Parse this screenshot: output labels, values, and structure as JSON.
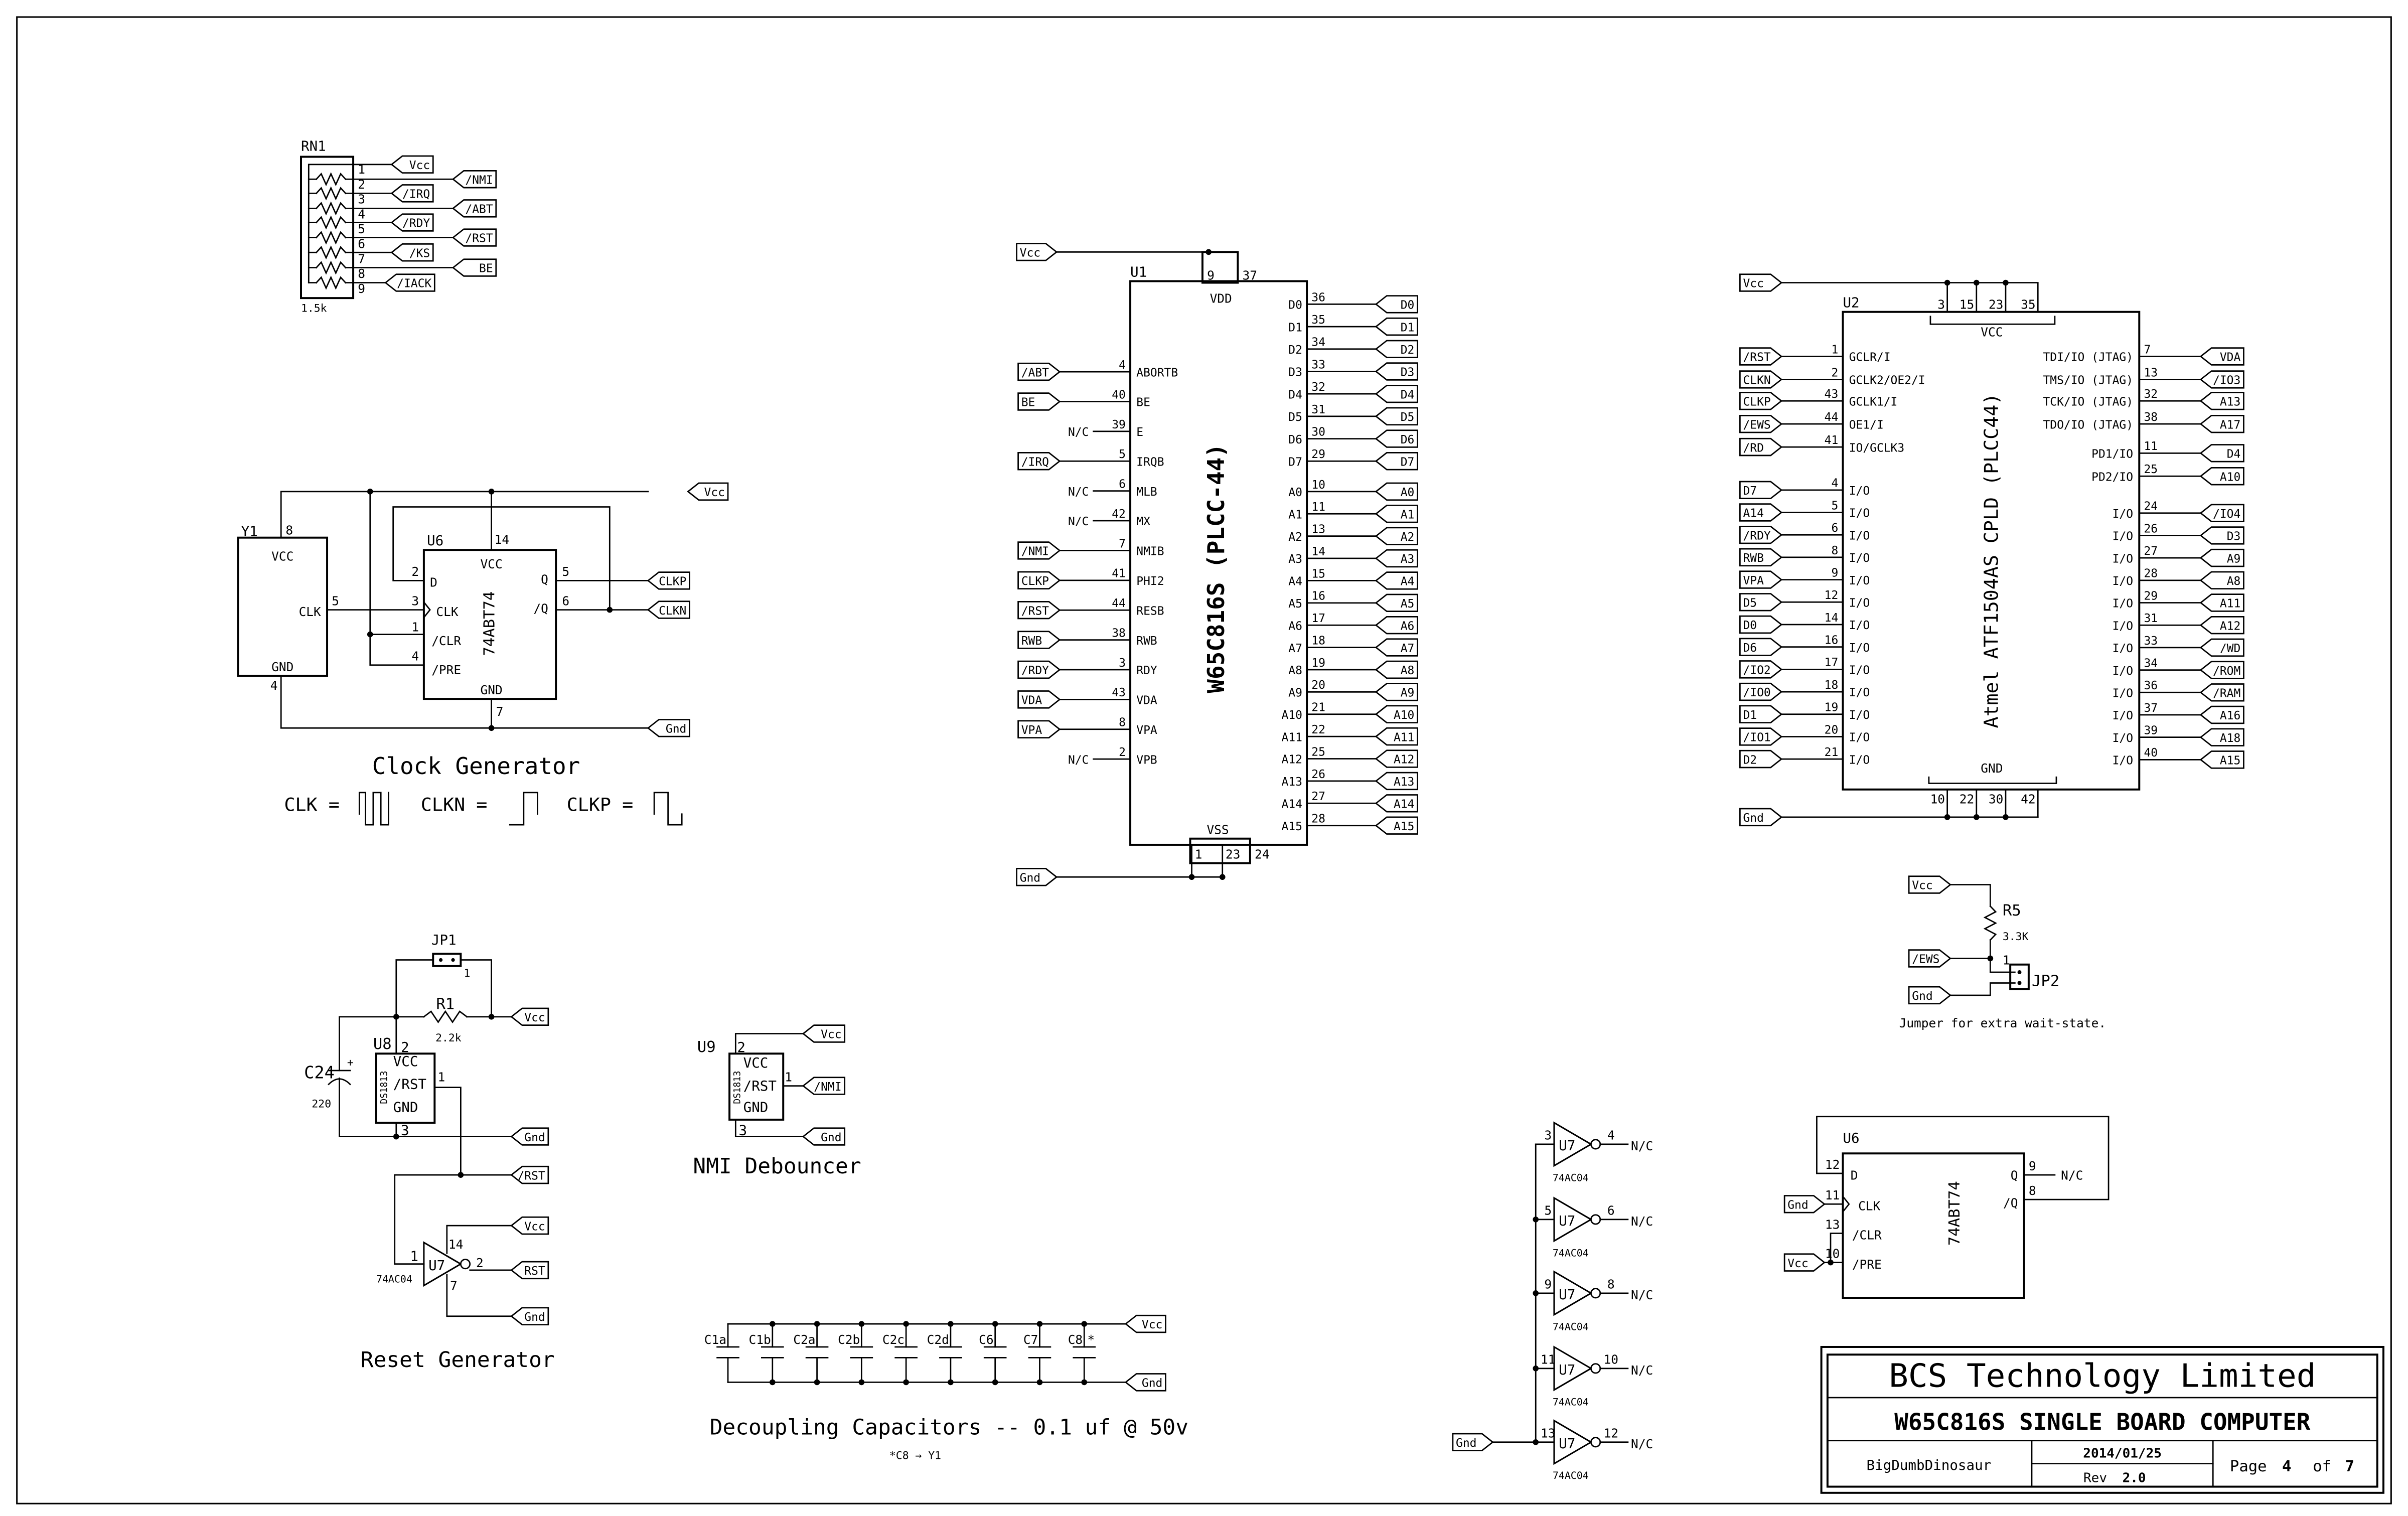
{
  "title_block": {
    "company": "BCS Technology Limited",
    "project": "W65C816S SINGLE BOARD COMPUTER",
    "author": "BigDumbDinosaur",
    "date": "2014/01/25",
    "rev_label": "Rev",
    "rev": "2.0",
    "page_label": "Page",
    "page": "4",
    "of_label": "of",
    "total_pages": "7"
  },
  "rn1": {
    "ref": "RN1",
    "value": "1.5k",
    "pin_numbers": [
      "1",
      "2",
      "3",
      "4",
      "5",
      "6",
      "7",
      "8",
      "9"
    ],
    "common_net": "Vcc",
    "nets": [
      "/NMI",
      "/IRQ",
      "/ABT",
      "/RDY",
      "/RST",
      "/KS",
      "BE",
      "/IACK"
    ]
  },
  "clock_gen": {
    "title": "Clock Generator",
    "nets": {
      "vcc": "Vcc",
      "gnd": "Gnd",
      "clkp": "CLKP",
      "clkn": "CLKN"
    },
    "y1": {
      "ref": "Y1",
      "vcc": "VCC",
      "clk": "CLK",
      "gnd": "GND",
      "pin_vcc": "8",
      "pin_clk": "5",
      "pin_gnd": "4"
    },
    "u6": {
      "ref": "U6",
      "part": "74ABT74",
      "vcc": "VCC",
      "gnd": "GND",
      "d": "D",
      "clk": "CLK",
      "clr": "/CLR",
      "pre": "/PRE",
      "q": "Q",
      "nq": "/Q",
      "pin_vcc": "14",
      "pin_d": "2",
      "pin_clk": "3",
      "pin_clr": "1",
      "pin_pre": "4",
      "pin_q": "5",
      "pin_nq": "6",
      "pin_gnd": "7"
    },
    "legend": [
      "CLK =",
      "CLKN =",
      "CLKP ="
    ]
  },
  "reset_gen": {
    "title": "Reset Generator",
    "jp1": {
      "ref": "JP1",
      "pin": "1"
    },
    "r1": {
      "ref": "R1",
      "value": "2.2k"
    },
    "c24": {
      "ref": "C24",
      "value": "220",
      "polarity": "+"
    },
    "u8": {
      "ref": "U8",
      "part": "DS1813",
      "vcc": "VCC",
      "rst": "/RST",
      "gnd": "GND",
      "pin_vcc": "2",
      "pin_rst": "1",
      "pin_gnd": "3"
    },
    "u7": {
      "ref": "U7",
      "part": "74AC04",
      "pin_in": "1",
      "pin_out": "2",
      "pin_vcc": "14",
      "pin_gnd": "7"
    },
    "nets": {
      "vcc1": "Vcc",
      "gnd1": "Gnd",
      "nrst": "/RST",
      "vcc2": "Vcc",
      "rst": "RST",
      "gnd2": "Gnd"
    }
  },
  "nmi_debouncer": {
    "title": "NMI Debouncer",
    "u9": {
      "ref": "U9",
      "part": "DS1813",
      "vcc": "VCC",
      "rst": "/RST",
      "gnd": "GND",
      "pin_vcc": "2",
      "pin_rst": "1",
      "pin_gnd": "3"
    },
    "nets": {
      "vcc": "Vcc",
      "nmi": "/NMI",
      "gnd": "Gnd"
    }
  },
  "u1": {
    "ref": "U1",
    "part": "W65C816S (PLCC-44)",
    "vdd_label": "VDD",
    "vdd_pins": [
      "9",
      "37"
    ],
    "vss_label": "VSS",
    "vss_pins": [
      "1",
      "23",
      "24"
    ],
    "vcc_net": "Vcc",
    "gnd_net": "Gnd",
    "left_pins": [
      {
        "pin": "4",
        "name": "ABORTB",
        "net": "/ABT"
      },
      {
        "pin": "40",
        "name": "BE",
        "net": "BE"
      },
      {
        "pin": "39",
        "name": "E",
        "net": "N/C"
      },
      {
        "pin": "5",
        "name": "IRQB",
        "net": "/IRQ"
      },
      {
        "pin": "6",
        "name": "MLB",
        "net": "N/C"
      },
      {
        "pin": "42",
        "name": "MX",
        "net": "N/C"
      },
      {
        "pin": "7",
        "name": "NMIB",
        "net": "/NMI"
      },
      {
        "pin": "41",
        "name": "PHI2",
        "net": "CLKP"
      },
      {
        "pin": "44",
        "name": "RESB",
        "net": "/RST"
      },
      {
        "pin": "38",
        "name": "RWB",
        "net": "RWB"
      },
      {
        "pin": "3",
        "name": "RDY",
        "net": "/RDY"
      },
      {
        "pin": "43",
        "name": "VDA",
        "net": "VDA"
      },
      {
        "pin": "8",
        "name": "VPA",
        "net": "VPA"
      },
      {
        "pin": "2",
        "name": "VPB",
        "net": "N/C"
      }
    ],
    "right_pins": [
      {
        "pin": "36",
        "name": "D0",
        "net": "D0"
      },
      {
        "pin": "35",
        "name": "D1",
        "net": "D1"
      },
      {
        "pin": "34",
        "name": "D2",
        "net": "D2"
      },
      {
        "pin": "33",
        "name": "D3",
        "net": "D3"
      },
      {
        "pin": "32",
        "name": "D4",
        "net": "D4"
      },
      {
        "pin": "31",
        "name": "D5",
        "net": "D5"
      },
      {
        "pin": "30",
        "name": "D6",
        "net": "D6"
      },
      {
        "pin": "29",
        "name": "D7",
        "net": "D7"
      },
      {
        "pin": "10",
        "name": "A0",
        "net": "A0"
      },
      {
        "pin": "11",
        "name": "A1",
        "net": "A1"
      },
      {
        "pin": "13",
        "name": "A2",
        "net": "A2"
      },
      {
        "pin": "14",
        "name": "A3",
        "net": "A3"
      },
      {
        "pin": "15",
        "name": "A4",
        "net": "A4"
      },
      {
        "pin": "16",
        "name": "A5",
        "net": "A5"
      },
      {
        "pin": "17",
        "name": "A6",
        "net": "A6"
      },
      {
        "pin": "18",
        "name": "A7",
        "net": "A7"
      },
      {
        "pin": "19",
        "name": "A8",
        "net": "A8"
      },
      {
        "pin": "20",
        "name": "A9",
        "net": "A9"
      },
      {
        "pin": "21",
        "name": "A10",
        "net": "A10"
      },
      {
        "pin": "22",
        "name": "A11",
        "net": "A11"
      },
      {
        "pin": "25",
        "name": "A12",
        "net": "A12"
      },
      {
        "pin": "26",
        "name": "A13",
        "net": "A13"
      },
      {
        "pin": "27",
        "name": "A14",
        "net": "A14"
      },
      {
        "pin": "28",
        "name": "A15",
        "net": "A15"
      }
    ]
  },
  "u2": {
    "ref": "U2",
    "part": "Atmel ATF1504AS CPLD (PLCC44)",
    "vcc_label": "VCC",
    "vcc_pins": [
      "3",
      "15",
      "23",
      "35"
    ],
    "gnd_label": "GND",
    "gnd_pins": [
      "10",
      "22",
      "30",
      "42"
    ],
    "vcc_net": "Vcc",
    "gnd_net": "Gnd",
    "left_special": [
      {
        "pin": "1",
        "name": "GCLR/I",
        "net": "/RST"
      },
      {
        "pin": "2",
        "name": "GCLK2/OE2/I",
        "net": "CLKN"
      },
      {
        "pin": "43",
        "name": "GCLK1/I",
        "net": "CLKP"
      },
      {
        "pin": "44",
        "name": "OE1/I",
        "net": "/EWS"
      },
      {
        "pin": "41",
        "name": "IO/GCLK3",
        "net": "/RD"
      }
    ],
    "left_io": [
      {
        "pin": "4",
        "name": "I/O",
        "net": "D7"
      },
      {
        "pin": "5",
        "name": "I/O",
        "net": "A14"
      },
      {
        "pin": "6",
        "name": "I/O",
        "net": "/RDY"
      },
      {
        "pin": "8",
        "name": "I/O",
        "net": "RWB"
      },
      {
        "pin": "9",
        "name": "I/O",
        "net": "VPA"
      },
      {
        "pin": "12",
        "name": "I/O",
        "net": "D5"
      },
      {
        "pin": "14",
        "name": "I/O",
        "net": "D0"
      },
      {
        "pin": "16",
        "name": "I/O",
        "net": "D6"
      },
      {
        "pin": "17",
        "name": "I/O",
        "net": "/IO2"
      },
      {
        "pin": "18",
        "name": "I/O",
        "net": "/IO0"
      },
      {
        "pin": "19",
        "name": "I/O",
        "net": "D1"
      },
      {
        "pin": "20",
        "name": "I/O",
        "net": "/IO1"
      },
      {
        "pin": "21",
        "name": "I/O",
        "net": "D2"
      }
    ],
    "right_special": [
      {
        "pin": "7",
        "name": "TDI/IO (JTAG)",
        "net": "VDA"
      },
      {
        "pin": "13",
        "name": "TMS/IO (JTAG)",
        "net": "/IO3"
      },
      {
        "pin": "32",
        "name": "TCK/IO (JTAG)",
        "net": "A13"
      },
      {
        "pin": "38",
        "name": "TDO/IO (JTAG)",
        "net": "A17"
      },
      {
        "pin": "11",
        "name": "PD1/IO",
        "net": "D4"
      },
      {
        "pin": "25",
        "name": "PD2/IO",
        "net": "A10"
      }
    ],
    "right_io": [
      {
        "pin": "24",
        "name": "I/O",
        "net": "/IO4"
      },
      {
        "pin": "26",
        "name": "I/O",
        "net": "D3"
      },
      {
        "pin": "27",
        "name": "I/O",
        "net": "A9"
      },
      {
        "pin": "28",
        "name": "I/O",
        "net": "A8"
      },
      {
        "pin": "29",
        "name": "I/O",
        "net": "A11"
      },
      {
        "pin": "31",
        "name": "I/O",
        "net": "A12"
      },
      {
        "pin": "33",
        "name": "I/O",
        "net": "/WD"
      },
      {
        "pin": "34",
        "name": "I/O",
        "net": "/ROM"
      },
      {
        "pin": "36",
        "name": "I/O",
        "net": "/RAM"
      },
      {
        "pin": "37",
        "name": "I/O",
        "net": "A16"
      },
      {
        "pin": "39",
        "name": "I/O",
        "net": "A18"
      },
      {
        "pin": "40",
        "name": "I/O",
        "net": "A15"
      }
    ]
  },
  "wait_state": {
    "r5": {
      "ref": "R5",
      "value": "3.3K"
    },
    "jp2": {
      "ref": "JP2",
      "pin": "1"
    },
    "nets": {
      "vcc": "Vcc",
      "ews": "/EWS",
      "gnd": "Gnd"
    },
    "note": "Jumper for extra wait-state."
  },
  "decoupling": {
    "title": "Decoupling Capacitors -- 0.1 uf @ 50v",
    "caps": [
      "C1a",
      "C1b",
      "C2a",
      "C2b",
      "C2c",
      "C2d",
      "C6",
      "C7",
      "C8"
    ],
    "c8_mark": "*",
    "note": "*C8 → Y1",
    "nets": {
      "vcc": "Vcc",
      "gnd": "Gnd"
    }
  },
  "u7_bank": {
    "ref": "U7",
    "part": "74AC04",
    "nc": "N/C",
    "gnd_net": "Gnd",
    "gates": [
      {
        "in": "3",
        "out": "4"
      },
      {
        "in": "5",
        "out": "6"
      },
      {
        "in": "9",
        "out": "8"
      },
      {
        "in": "11",
        "out": "10"
      },
      {
        "in": "13",
        "out": "12"
      }
    ]
  },
  "u6b": {
    "ref": "U6",
    "part": "74ABT74",
    "d": "D",
    "clk": "CLK",
    "clr": "/CLR",
    "pre": "/PRE",
    "q": "Q",
    "nq": "/Q",
    "pin_d": "12",
    "pin_clk": "11",
    "pin_clr": "13",
    "pin_pre": "10",
    "pin_q": "9",
    "pin_nq": "8",
    "nets": {
      "gnd": "Gnd",
      "vcc": "Vcc",
      "nc": "N/C"
    }
  }
}
